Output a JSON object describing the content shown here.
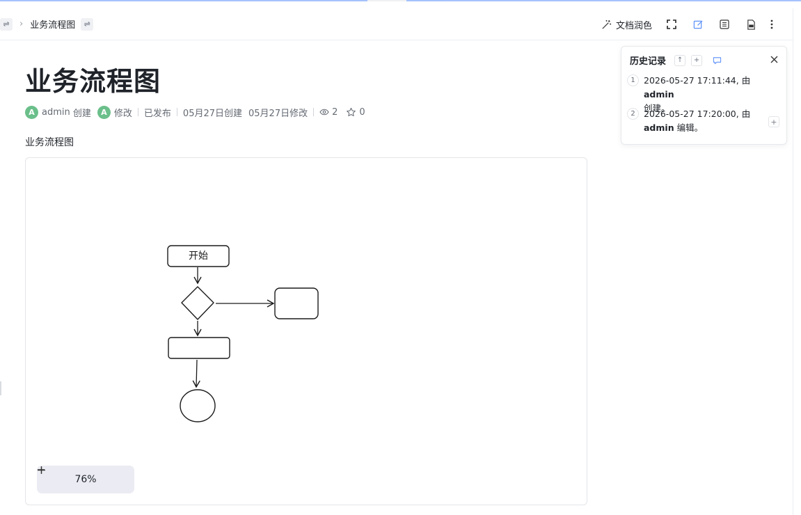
{
  "breadcrumb": {
    "current": "业务流程图"
  },
  "toolbar": {
    "polish_label": "文档润色",
    "icons": [
      "magic-wand-icon",
      "fullscreen-icon",
      "edit-icon",
      "outline-icon",
      "export-icon",
      "more-vertical-icon"
    ]
  },
  "document": {
    "title": "业务流程图",
    "creator": "admin",
    "created_label": "创建",
    "modified_label": "修改",
    "avatar_letter": "A",
    "status": "已发布",
    "created_date": "05月27日创建",
    "modified_date": "05月27日修改",
    "views": "2",
    "stars": "0",
    "body_text": "业务流程图"
  },
  "flowchart": {
    "start_label": "开始",
    "zoom": "76%"
  },
  "history": {
    "title": "历史记录",
    "items": [
      {
        "num": "1",
        "time": "2026-05-27 17:11:44, 由",
        "user": "admin",
        "action": "创建。"
      },
      {
        "num": "2",
        "time": "2026-05-27 17:20:00, 由",
        "user": "admin",
        "action": "编辑。"
      }
    ]
  },
  "colors": {
    "accent": "#5b8ff9",
    "avatar": "#6bbf8a",
    "zoom_bar": "#ebecf3"
  }
}
